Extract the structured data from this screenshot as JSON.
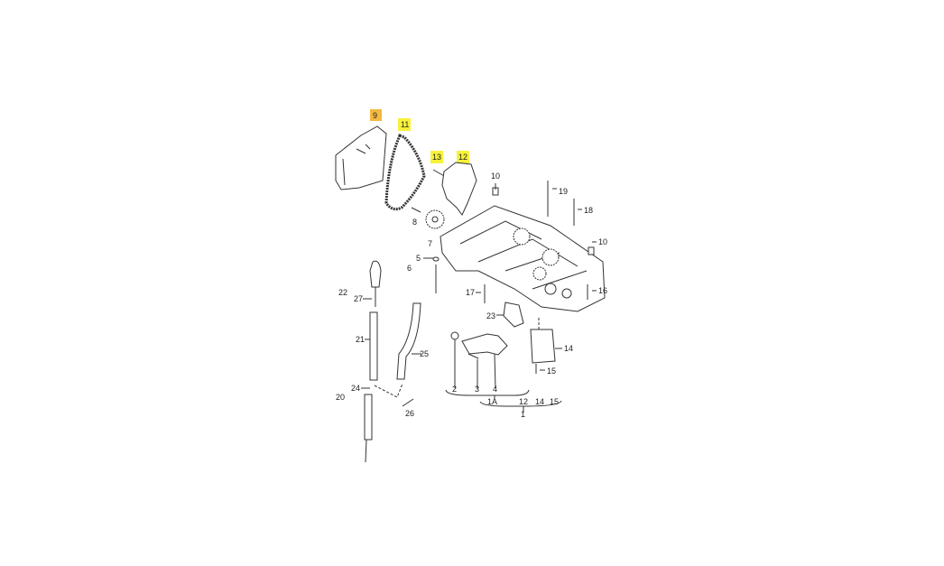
{
  "highlight_colors": {
    "orange": "#f4b942",
    "yellow": "#f7f23a"
  },
  "labels": {
    "p9": "9",
    "p11": "11",
    "p13": "13",
    "p12": "12",
    "p10a": "10",
    "p19": "19",
    "p18": "18",
    "p8": "8",
    "p7": "7",
    "p10b": "10",
    "p5": "5",
    "p6": "6",
    "p22": "22",
    "p27": "27",
    "p17": "17",
    "p16": "16",
    "p23": "23",
    "p21": "21",
    "p25": "25",
    "p14": "14",
    "p15": "15",
    "p2": "2",
    "p3": "3",
    "p4": "4",
    "p24": "24",
    "p20": "20",
    "p26": "26",
    "g1A": "1A",
    "g12": "12",
    "g14": "14",
    "g15": "15",
    "g1": "1"
  },
  "highlighted": {
    "orange": [
      "9"
    ],
    "yellow": [
      "11",
      "13",
      "12"
    ]
  }
}
